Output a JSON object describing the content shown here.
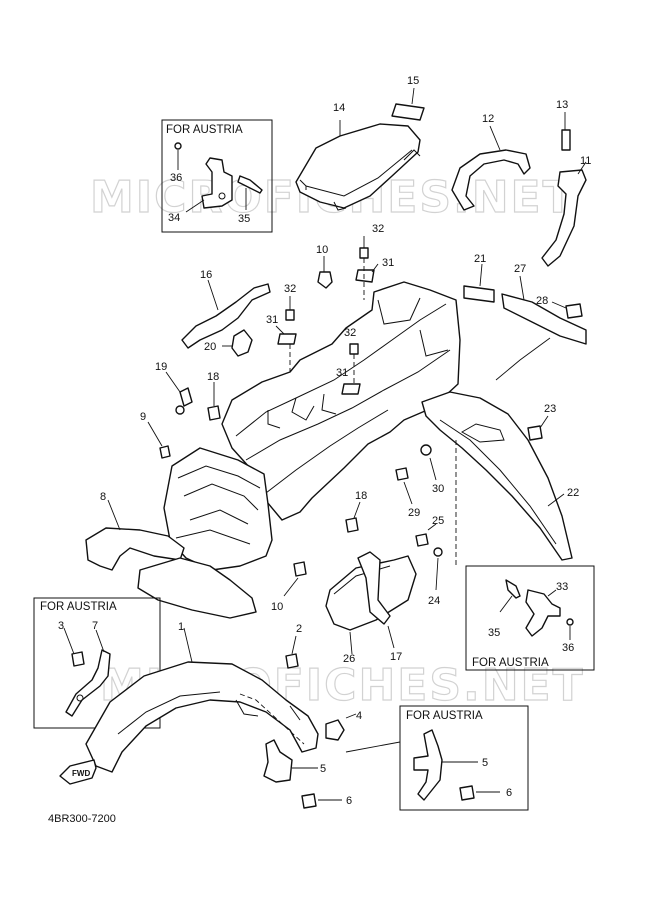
{
  "watermark": "MICROFICHES.NET",
  "diagram_code": "4BR300-7200",
  "fwd_label": "FWD",
  "callouts": {
    "c1": "1",
    "c2": "2",
    "c3": "3",
    "c4": "4",
    "c5a": "5",
    "c5b": "5",
    "c6a": "6",
    "c6b": "6",
    "c7": "7",
    "c8": "8",
    "c9": "9",
    "c10a": "10",
    "c10b": "10",
    "c11": "11",
    "c12": "12",
    "c13": "13",
    "c14": "14",
    "c15": "15",
    "c16": "16",
    "c17": "17",
    "c18a": "18",
    "c18b": "18",
    "c19": "19",
    "c20": "20",
    "c21": "21",
    "c22": "22",
    "c23": "23",
    "c24": "24",
    "c25": "25",
    "c26": "26",
    "c27": "27",
    "c28": "28",
    "c29": "29",
    "c30": "30",
    "c31a": "31",
    "c31b": "31",
    "c31c": "31",
    "c32a": "32",
    "c32b": "32",
    "c32c": "32",
    "c33": "33",
    "c34": "34",
    "c35a": "35",
    "c35b": "35",
    "c36a": "36",
    "c36b": "36"
  },
  "austria_boxes": {
    "top_left": "FOR AUSTRIA",
    "right": "FOR AUSTRIA",
    "bottom_left": "FOR AUSTRIA",
    "bottom_right": "FOR AUSTRIA"
  }
}
